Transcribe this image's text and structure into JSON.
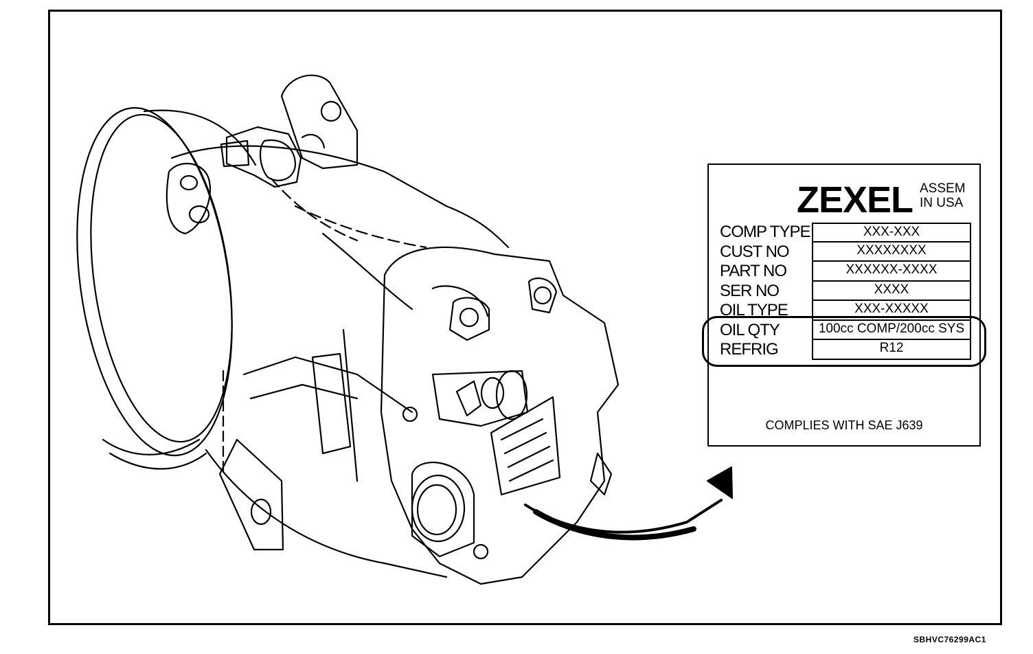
{
  "label": {
    "brand": "ZEXEL",
    "assem_line1": "ASSEM",
    "assem_line2": "IN USA",
    "rows": [
      {
        "key": "COMP TYPE",
        "value": "XXX-XXX"
      },
      {
        "key": "CUST NO",
        "value": "XXXXXXXX"
      },
      {
        "key": "PART NO",
        "value": "XXXXXX-XXXX"
      },
      {
        "key": "SER NO",
        "value": "XXXX"
      },
      {
        "key": "OIL TYPE",
        "value": "XXX-XXXXX"
      },
      {
        "key": "OIL QTY",
        "value": "100cc COMP/200cc SYS"
      },
      {
        "key": "REFRIG",
        "value": "R12"
      }
    ],
    "complies": "COMPLIES WITH SAE J639"
  },
  "figure_code": "SBHVC76299AC1"
}
